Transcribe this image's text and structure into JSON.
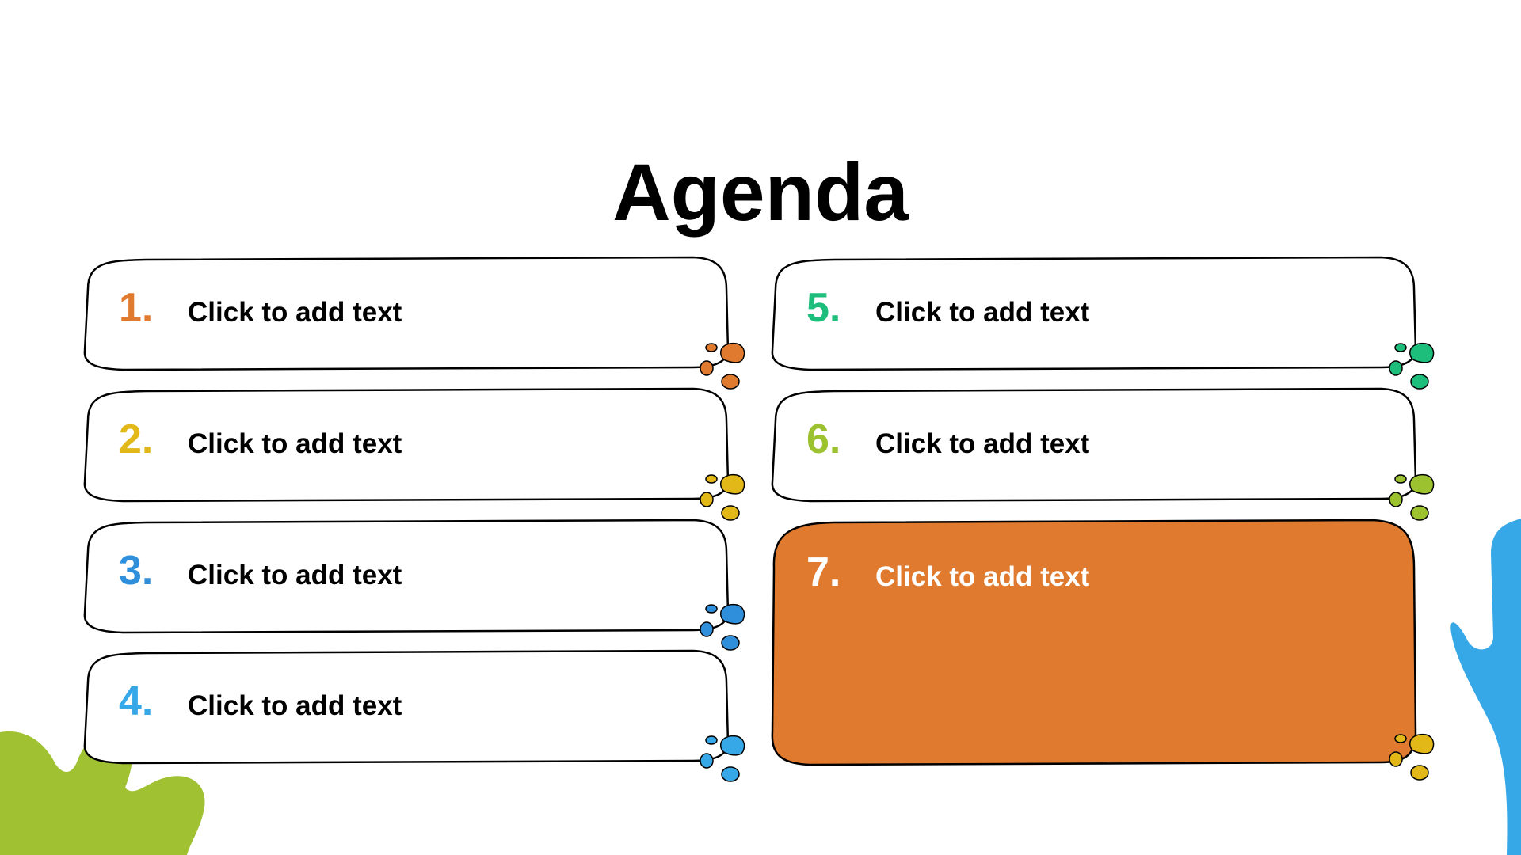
{
  "title": "Agenda",
  "colors": {
    "orange": "#E07A2E",
    "gold": "#E2B718",
    "blue": "#2F8FDB",
    "sky": "#36A8E8",
    "teal": "#1DBE7C",
    "lime": "#9CC230",
    "green_blob": "#A0C232",
    "outline": "#000000"
  },
  "items": [
    {
      "number": "1.",
      "text": "Click to add text"
    },
    {
      "number": "2.",
      "text": "Click to add text"
    },
    {
      "number": "3.",
      "text": "Click to add text"
    },
    {
      "number": "4.",
      "text": "Click to add text"
    },
    {
      "number": "5.",
      "text": "Click to add text"
    },
    {
      "number": "6.",
      "text": "Click to add text"
    },
    {
      "number": "7.",
      "text": "Click to add text"
    }
  ]
}
